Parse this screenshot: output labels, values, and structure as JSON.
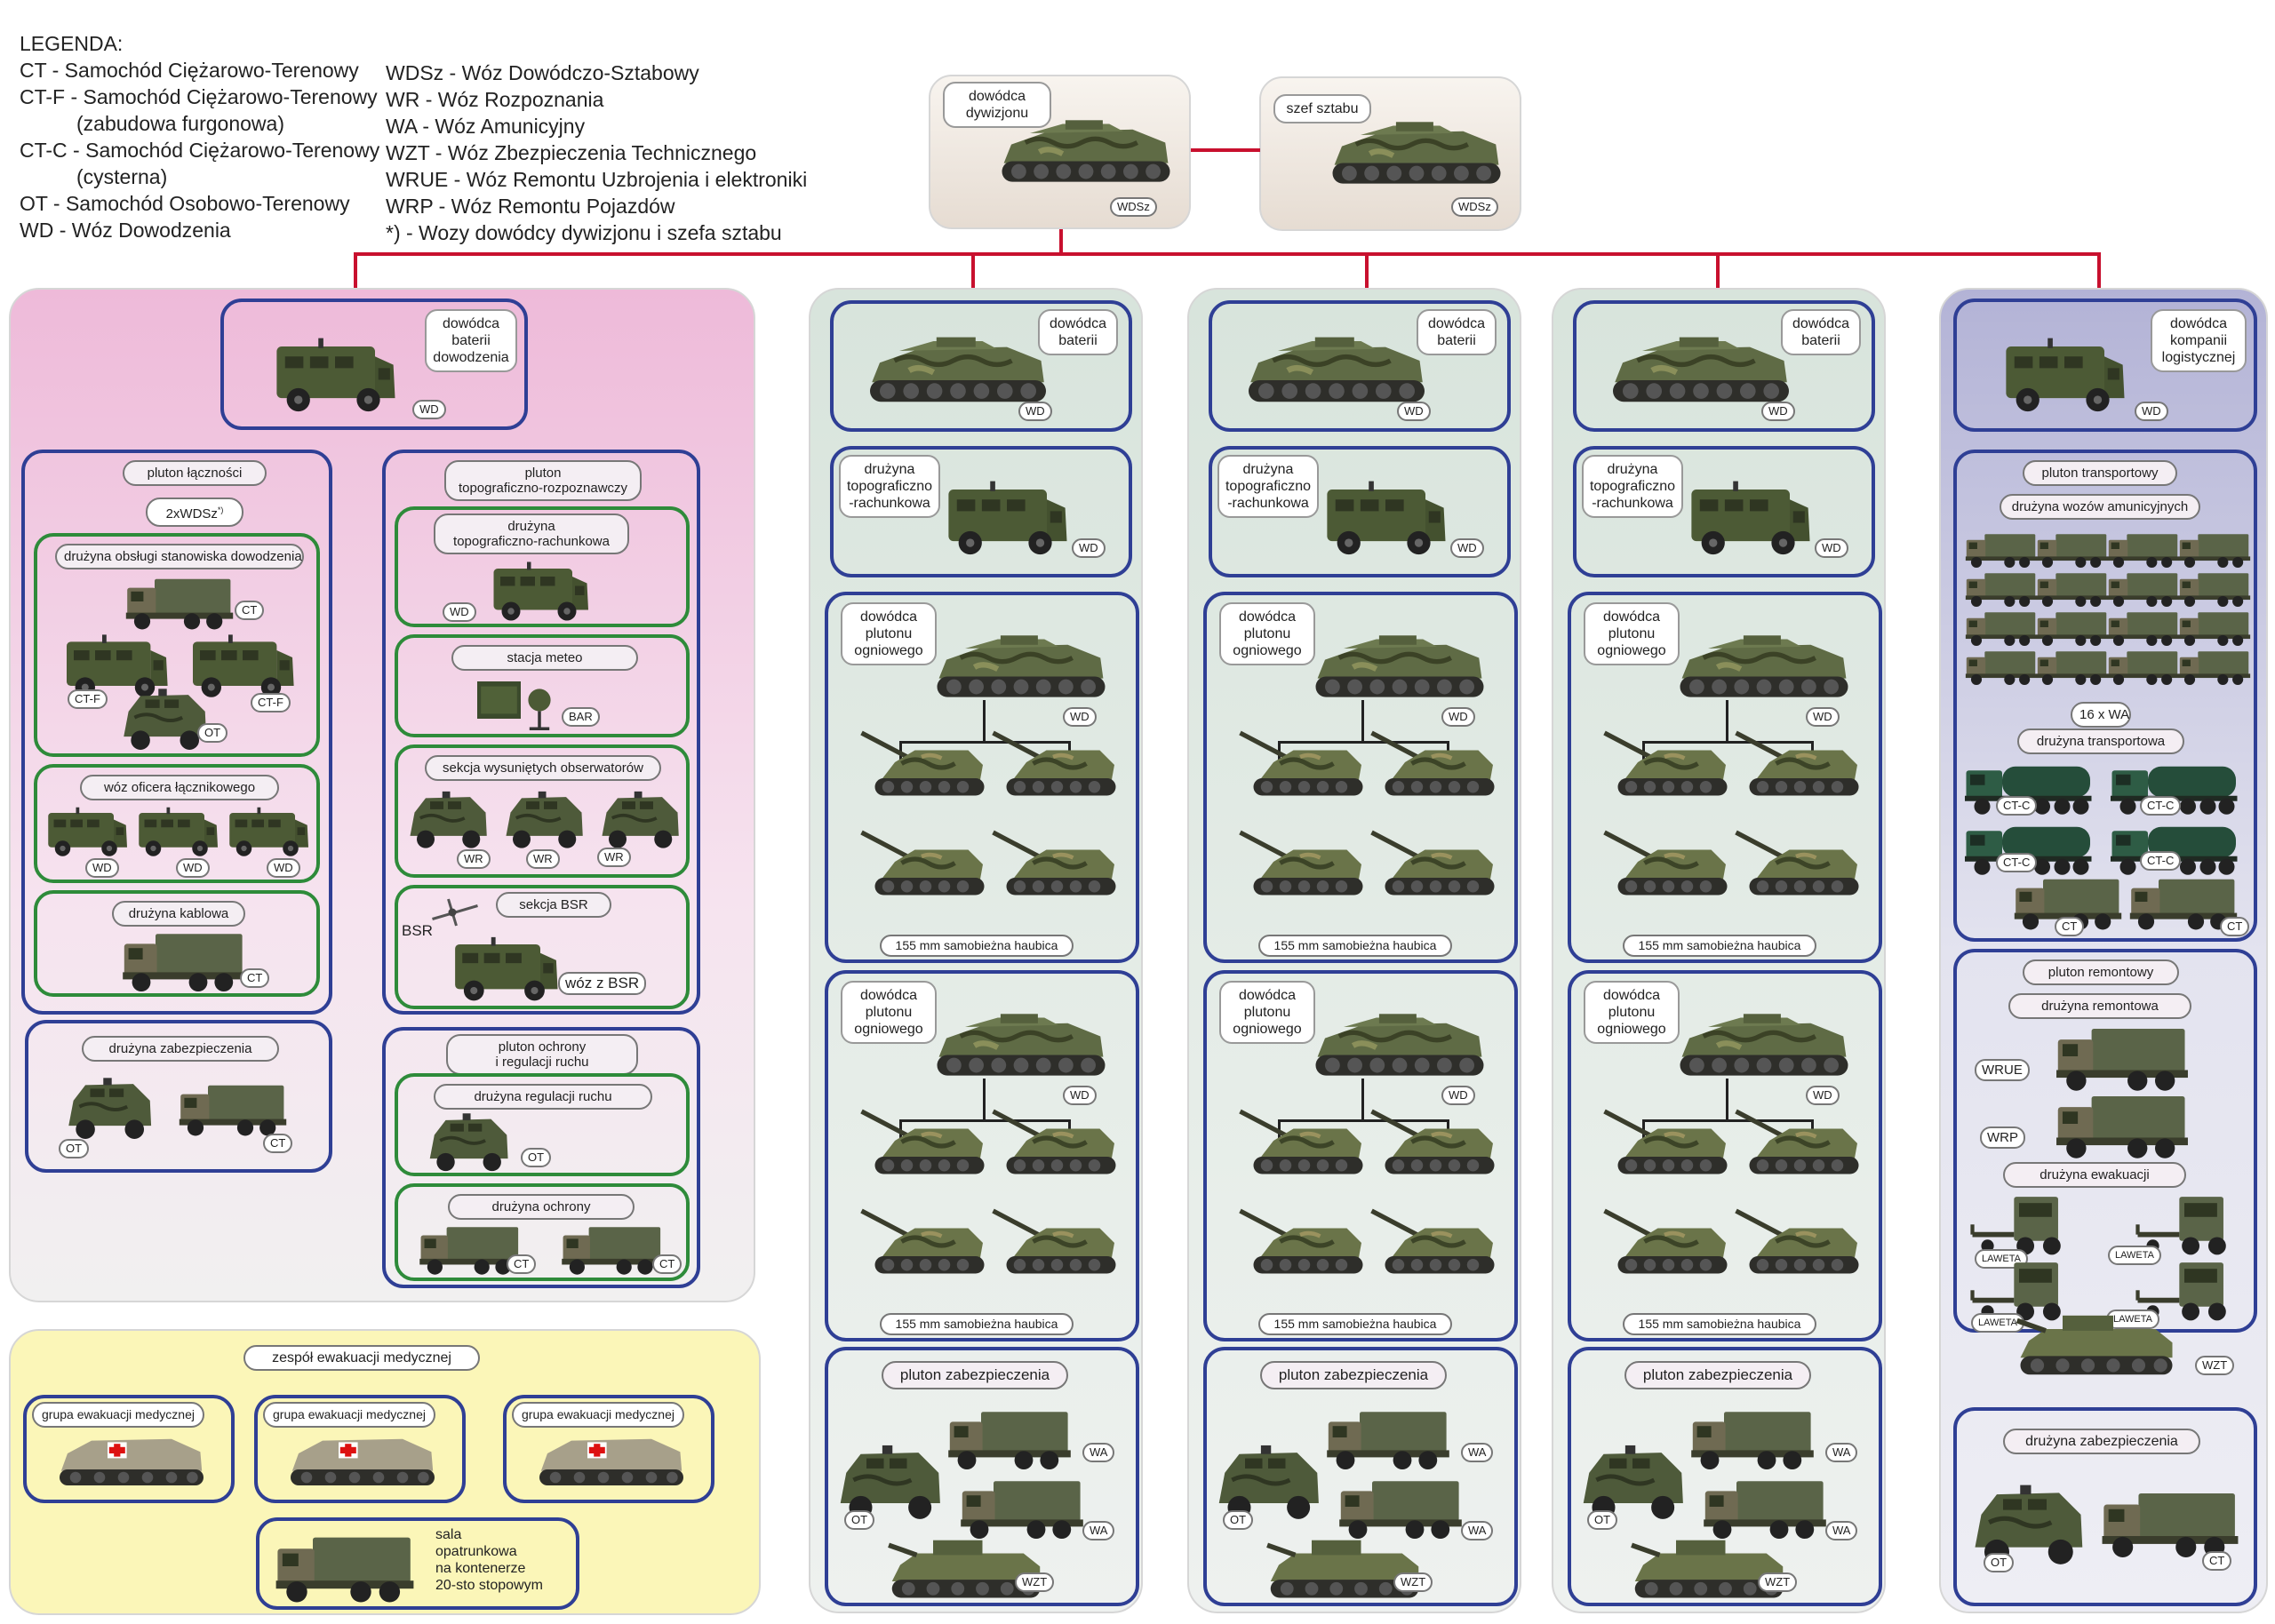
{
  "legend": {
    "title": "LEGENDA:",
    "left": [
      "CT - Samochód Ciężarowo-Terenowy",
      "CT-F - Samochód Ciężarowo-Terenowy",
      "(zabudowa furgonowa)",
      "CT-C - Samochód Ciężarowo-Terenowy",
      "(cysterna)",
      "OT - Samochód Osobowo-Terenowy",
      "WD - Wóz Dowodzenia"
    ],
    "right": [
      "WDSz - Wóz Dowódczo-Sztabowy",
      "WR - Wóz Rozpoznania",
      "WA - Wóz Amunicyjny",
      "WZT - Wóz Zbezpieczenia Technicznego",
      "WRUE - Wóz Remontu Uzbrojenia i elektroniki",
      "WRP - Wóz Remontu Pojazdów",
      "*) - Wozy dowódcy dywizjonu i szefa sztabu"
    ]
  },
  "colors": {
    "command_bg": "#efe8e1",
    "hq_battery_bg": "#efb9d9",
    "fire_battery_bg": "#dde7e1",
    "logistics_bg": "#b3b3d6",
    "medical_bg": "#fbf6b8",
    "connector_red": "#c8102e",
    "border_blue": "#2f3f95",
    "border_green": "#2e8b3a",
    "vehicle_green": "#4c5a35",
    "vehicle_camo": "#6b7a4b"
  },
  "top": {
    "commander": {
      "label": "dowódca\ndywizjonu",
      "tag": "WDSz"
    },
    "chief": {
      "label": "szef sztabu",
      "tag": "WDSz"
    }
  },
  "hq": {
    "commander": {
      "label": "dowódca\nbaterii\ndowodzenia",
      "tag": "WD"
    },
    "comms": {
      "title": "pluton łączności",
      "wdsz": "2xWDSz",
      "wdsz_sup": "*)",
      "squad1": {
        "title": "drużyna obsługi stanowiska dowodzenia",
        "tags": [
          "CT",
          "CT-F",
          "CT-F",
          "OT"
        ]
      },
      "squad2": {
        "title": "wóz oficera łącznikowego",
        "tags": [
          "WD",
          "WD",
          "WD"
        ]
      },
      "squad3": {
        "title": "drużyna kablowa",
        "tags": [
          "CT"
        ]
      }
    },
    "topo": {
      "title": "pluton\ntopograficzno-rozpoznawczy",
      "squad1": {
        "title": "drużyna\ntopograficzno-rachunkowa",
        "tags": [
          "WD"
        ]
      },
      "squad2": {
        "title": "stacja meteo",
        "tags": [
          "BAR"
        ]
      },
      "squad3": {
        "title": "sekcja wysuniętych obserwatorów",
        "tags": [
          "WR",
          "WR",
          "WR"
        ]
      },
      "squad4": {
        "title": "sekcja BSR",
        "bsr": "BSR",
        "car": "wóz z BSR"
      }
    },
    "security": {
      "title": "drużyna zabezpieczenia",
      "tags": [
        "OT",
        "CT"
      ]
    },
    "traffic": {
      "title": "pluton ochrony\ni regulacji ruchu",
      "squad1": {
        "title": "drużyna regulacji ruchu",
        "tags": [
          "OT"
        ]
      },
      "squad2": {
        "title": "drużyna ochrony",
        "tags": [
          "CT",
          "CT"
        ]
      }
    }
  },
  "medical": {
    "title": "zespół ewakuacji medycznej",
    "groups": [
      "grupa ewakuacji medycznej",
      "grupa ewakuacji medycznej",
      "grupa ewakuacji medycznej"
    ],
    "hall": "sala\nopatrunkowa\nna kontenerze\n20-sto stopowym"
  },
  "fire_battery": {
    "commander": {
      "label": "dowódca\nbaterii",
      "tag": "WD"
    },
    "topo": {
      "label": "drużyna\ntopograficzno\n-rachunkowa",
      "tag": "WD"
    },
    "platoon1": {
      "label": "dowódca\nplutonu\nogniowego",
      "tag": "WD",
      "caption": "155 mm samobieżna haubica"
    },
    "platoon2": {
      "label": "dowódca\nplutonu\nogniowego",
      "tag": "WD",
      "caption": "155 mm samobieżna haubica"
    },
    "support": {
      "title": "pluton zabezpieczenia",
      "tags": [
        "WA",
        "OT",
        "WA",
        "WZT"
      ]
    }
  },
  "logistics": {
    "commander": {
      "label": "dowódca\nkompanii\nlogistycznej",
      "tag": "WD"
    },
    "transport": {
      "title": "pluton transportowy",
      "ammo_squad": "drużyna wozów amunicyjnych",
      "ammo_count": "16 x WA",
      "transport_squad": "drużyna transportowa",
      "tags": [
        "CT-C",
        "CT-C",
        "CT-C",
        "CT-C",
        "CT",
        "CT"
      ]
    },
    "repair": {
      "title": "pluton remontowy",
      "repair_squad": "drużyna remontowa",
      "wrue": "WRUE",
      "wrp": "WRP",
      "evac_squad": "drużyna ewakuacji",
      "laweta": "LAWETA",
      "wzt": "WZT"
    },
    "security": {
      "title": "drużyna zabezpieczenia",
      "tags": [
        "OT",
        "CT"
      ]
    }
  }
}
